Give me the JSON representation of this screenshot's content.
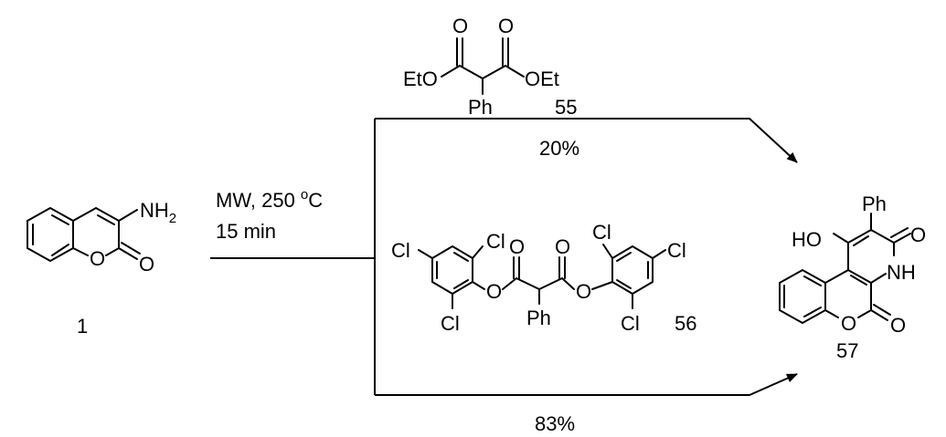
{
  "start": {
    "nh2": "NH",
    "nh2_sub": "2",
    "ring_o": "O",
    "carbonyl_o": "O",
    "label": "1"
  },
  "conditions": {
    "line1": "MW, 250 ",
    "line1_sup": "o",
    "line1_unit": "C",
    "line2": "15 min"
  },
  "reagent55": {
    "o_left": "O",
    "o_right": "O",
    "eto": "EtO",
    "oet": "OEt",
    "ph": "Ph",
    "label": "55",
    "yield": "20%"
  },
  "reagent56": {
    "cl_a": "Cl",
    "cl_b": "Cl",
    "cl_c": "Cl",
    "cl_d": "Cl",
    "cl_e": "Cl",
    "cl_f": "Cl",
    "o_carbonyl_left": "O",
    "o_carbonyl_right": "O",
    "o_ester_left": "O",
    "o_ester_right": "O",
    "ph": "Ph",
    "label": "56",
    "yield": "83%"
  },
  "product": {
    "ph": "Ph",
    "ho": "HO",
    "o_amide": "O",
    "nh": "NH",
    "o_ring": "O",
    "o_lactone": "O",
    "label": "57"
  }
}
